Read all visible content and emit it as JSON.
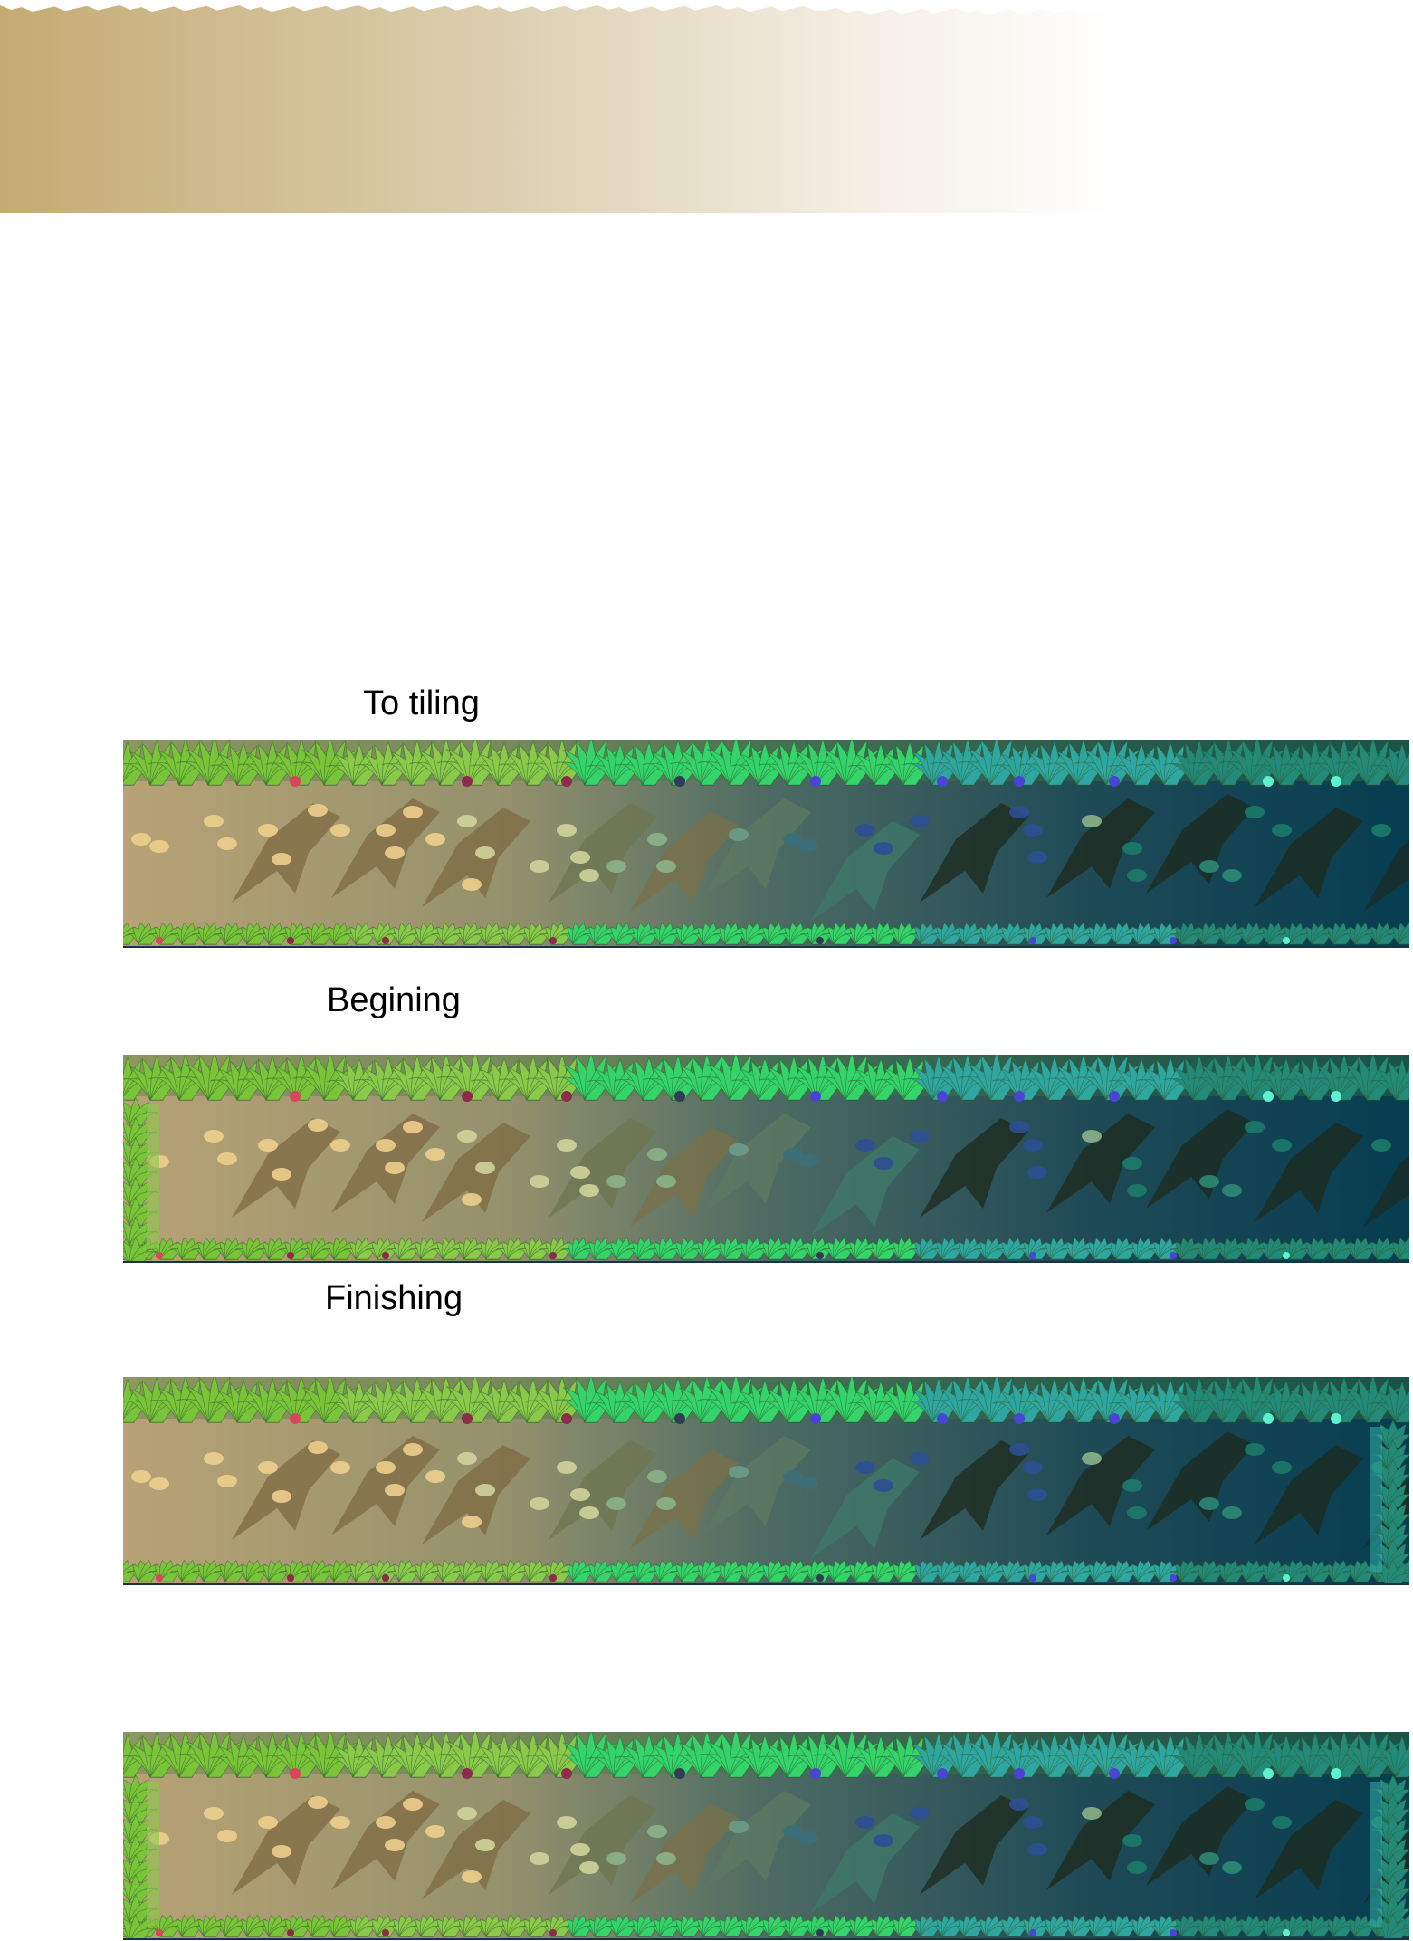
{
  "labels": {
    "to_tiling": "To tiling",
    "begining": "Begining",
    "finishing": "Finishing"
  },
  "colors": {
    "sand": "#c4ab73",
    "sand_light": "#e8dcc4",
    "ground_left": "#b8a276",
    "ground_mid": "#4d6b63",
    "ground_right": "#063d52",
    "grass_light": "#7ac43a",
    "grass_mid": "#35d46b",
    "grass_teal": "#2fa7a0",
    "grass_dark_teal": "#238a7a",
    "spot_tan": "#edcf8d",
    "spot_green": "#8bb38a",
    "spot_blue": "#2e4f94",
    "shadow_dark": "#1e2a1c",
    "shadow_brown": "#7d6a43",
    "flower_red": "#d9465c",
    "flower_maroon": "#8e2a4a",
    "flower_blue": "#4a44d4",
    "flower_cyan": "#5ff0d0"
  },
  "strips": [
    {
      "id": "strip-1",
      "left_border": false,
      "right_border": false
    },
    {
      "id": "strip-2",
      "left_border": true,
      "right_border": false
    },
    {
      "id": "strip-3",
      "left_border": false,
      "right_border": true
    },
    {
      "id": "strip-4",
      "left_border": true,
      "right_border": true
    }
  ]
}
